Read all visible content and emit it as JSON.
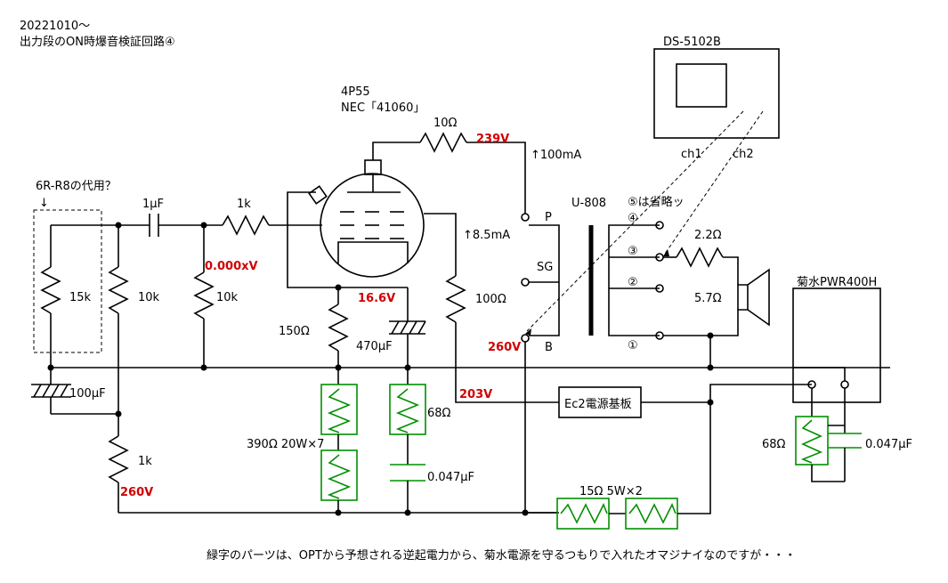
{
  "header": {
    "date": "20221010〜",
    "title": "出力段のON時爆音検証回路④"
  },
  "tube": {
    "type": "4P55",
    "maker": "NEC「41060」"
  },
  "substitute_note": "6R-R8の代用？",
  "components": {
    "c_in": "1μF",
    "r_grid_stop": "1k",
    "r_15k": "15k",
    "r_10k_a": "10k",
    "r_10k_b": "10k",
    "r_10ohm": "10Ω",
    "r_150": "150Ω",
    "c_470": "470μF",
    "r_100": "100Ω",
    "c_100": "100μF",
    "r_1k": "1k",
    "r_390": "390Ω 20W×7",
    "r_68": "68Ω",
    "c_0047": "0.047μF",
    "r_68_b": "68Ω",
    "c_0047_b": "0.047μF",
    "r_15": "15Ω 5W×2",
    "r_22": "2.2Ω",
    "r_57": "5.7Ω"
  },
  "voltages": {
    "v239": "239V",
    "v0": "0.000xV",
    "v16": "16.6V",
    "v260a": "260V",
    "v203": "203V",
    "v260b": "260V"
  },
  "currents": {
    "i100": "↑100mA",
    "i85": "↑8.5mA"
  },
  "transformer": {
    "name": "U-808",
    "p": "P",
    "sg": "SG",
    "b": "B",
    "tap4": "④",
    "tap3": "③",
    "tap2": "②",
    "tap1": "①",
    "omit_note": "⑤は省略ッ"
  },
  "scope": {
    "name": "DS-5102B",
    "ch1": "ch1",
    "ch2": "ch2"
  },
  "ec2_board": "Ec2電源基板",
  "psu": "菊水PWR400H",
  "footer": {
    "green_word": "緑字",
    "text": "のパーツは、OPTから予想される逆起電力から、菊水電源を守るつもりで入れたオマジナイなのですが・・・"
  }
}
